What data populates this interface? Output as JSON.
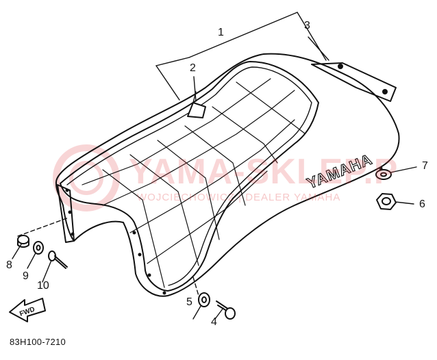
{
  "diagram": {
    "part_code": "83H100-7210",
    "seat_logo": "YAMAHA",
    "fwd_label": "FWD",
    "callouts": [
      "1",
      "2",
      "3",
      "4",
      "5",
      "6",
      "7",
      "8",
      "9",
      "10"
    ]
  },
  "watermark": {
    "brand": "YAMA-SKLEP.P",
    "sub": "WOJCIECHOWICZ | DEALER YAMAHA"
  },
  "colors": {
    "ink": "#111111",
    "paper": "#ffffff",
    "watermark": "#e2464a"
  }
}
